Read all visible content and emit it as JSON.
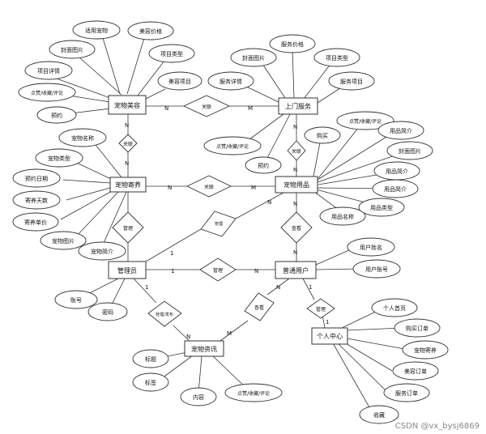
{
  "entities": {
    "pet_grooming": "宠物美容",
    "home_service": "上门服务",
    "pet_boarding": "宠物寄养",
    "pet_supplies": "宠物用品",
    "admin": "管理员",
    "user": "普通用户",
    "pet_news": "宠物资讯",
    "personal_center": "个人中心"
  },
  "attributes": {
    "grooming_suitable_pet": "适用宠物",
    "grooming_price": "美容价格",
    "grooming_cover": "封面图片",
    "grooming_type": "项目类型",
    "grooming_detail": "项目详情",
    "grooming_item": "美容项目",
    "grooming_like": "点赞/收藏/评论",
    "grooming_booking": "预约",
    "service_cover": "封面图片",
    "service_price": "服务价格",
    "service_type": "项目类型",
    "service_detail": "服务详情",
    "service_item": "服务项目",
    "service_like": "点赞/收藏/评论",
    "service_booking": "预约",
    "supplies_like": "点赞/收藏/评论",
    "supplies_buy": "购买",
    "supplies_intro1": "用品简介",
    "supplies_cover": "封面图片",
    "supplies_intro2": "用品简介",
    "supplies_intro3": "用品简介",
    "supplies_name": "用品名称",
    "supplies_type": "用品类型",
    "boarding_pet_name": "宠物名称",
    "boarding_pet_type": "宠物类型",
    "boarding_date": "预约日期",
    "boarding_days": "寄养天数",
    "boarding_unit_price": "寄养单价",
    "boarding_pet_image": "宠物图片",
    "boarding_pet_intro": "宠物简介",
    "admin_account": "账号",
    "admin_password": "密码",
    "user_name": "用户姓名",
    "user_account": "用户账号",
    "news_title": "标题",
    "news_tag": "标签",
    "news_content": "内容",
    "news_like": "点赞/收藏/评论",
    "pc_home": "个人首页",
    "pc_buy_orders": "购买订单",
    "pc_boarding": "宠物寄养",
    "pc_grooming_orders": "美容订单",
    "pc_service_orders": "服务订单",
    "pc_favorites": "收藏"
  },
  "relationships": {
    "rel_grooming_service": "关联",
    "rel_grooming_boarding": "关联",
    "rel_service_supplies": "关联",
    "rel_boarding_supplies": "关联",
    "rel_admin_boarding": "管理",
    "rel_admin_supplies": "管理",
    "rel_user_supplies": "查看",
    "rel_admin_user": "管理",
    "rel_admin_news": "管理/发布",
    "rel_user_news": "查看",
    "rel_user_pc": "管理"
  },
  "cardinalities": {
    "gs_n": "N",
    "gs_m": "M",
    "gb_n1": "N",
    "gb_n2": "N",
    "ss_n1": "N",
    "ss_n2": "N",
    "bs_n": "N",
    "bs_m": "M",
    "as_1": "1",
    "as_n": "N",
    "us_n1": "N",
    "us_n2": "N",
    "au_1": "1",
    "au_n": "N",
    "an_1": "1",
    "an_n": "N",
    "un_n": "N",
    "un_m": "M",
    "up_1": "1",
    "up_1b": "1"
  },
  "watermark": "CSDN @vx_bysj6869"
}
